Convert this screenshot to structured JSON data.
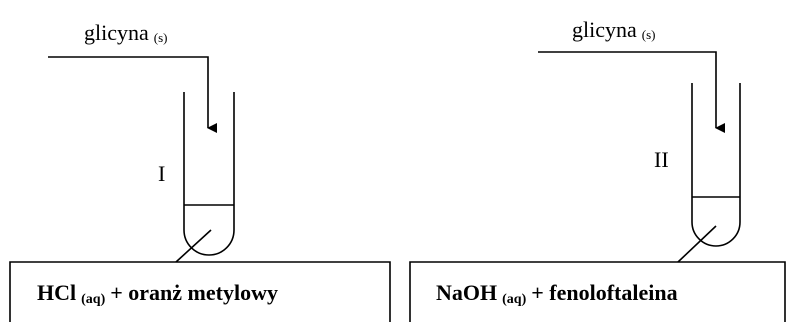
{
  "setup_left": {
    "reagent": "glicyna",
    "reagent_state": "(s)",
    "tube_label": "I",
    "solution_main": "HCl",
    "solution_state": "(aq)",
    "solution_rest": "+ oranż metylowy"
  },
  "setup_right": {
    "reagent": "glicyna",
    "reagent_state": "(s)",
    "tube_label": "II",
    "solution_main": "NaOH",
    "solution_state": "(aq)",
    "solution_rest": "+ fenoloftaleina"
  }
}
